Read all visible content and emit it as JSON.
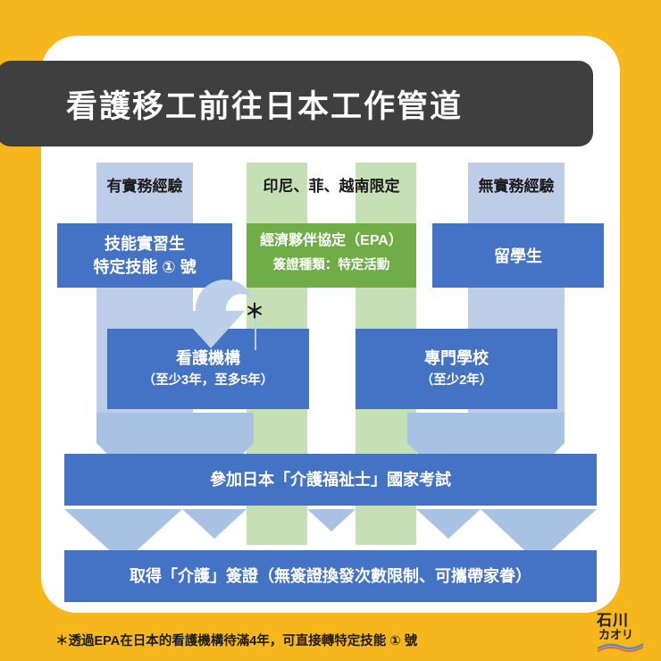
{
  "page": {
    "background_color": "#F5B71C",
    "card_color": "#ffffff"
  },
  "header": {
    "title": "看護移工前往日本工作管道",
    "bar_color": "#3F3F3F",
    "text_color": "#ffffff"
  },
  "palette": {
    "band_blue": "#BDCDE8",
    "band_green": "#C5E0B4",
    "box_blue": "#4472C4",
    "box_green": "#70AD47",
    "arrow_blue": "#A9C1E3",
    "arrow_green": "#C5E0B4",
    "text_dark": "#1b1b1b"
  },
  "columns": [
    {
      "id": "col-experienced",
      "header": "有實務經驗",
      "band_color": "#BDCDE8"
    },
    {
      "id": "col-epa",
      "header": "印尼、菲、越南限定",
      "band_color": "#C5E0B4"
    },
    {
      "id": "col-inexperienced",
      "header": "無實務經驗",
      "band_color": "#BDCDE8"
    }
  ],
  "row1": [
    {
      "id": "box-trainee",
      "lines": [
        "技能實習生",
        "特定技能 ① 號"
      ],
      "color": "#4472C4"
    },
    {
      "id": "box-epa",
      "lines": [
        "經濟夥伴協定（EPA）",
        "簽證種類：特定活動"
      ],
      "color": "#70AD47"
    },
    {
      "id": "box-student",
      "lines": [
        "留學生"
      ],
      "color": "#4472C4"
    }
  ],
  "row2": [
    {
      "id": "box-care-facility",
      "lines": [
        "看護機構",
        "（至少3年，至多5年）"
      ],
      "color": "#4472C4"
    },
    {
      "id": "box-vocational-school",
      "lines": [
        "專門學校",
        "（至少2年）"
      ],
      "color": "#4472C4"
    }
  ],
  "bars": [
    {
      "id": "bar-exam",
      "text": "參加日本「介護福祉士」國家考試",
      "color": "#4472C4"
    },
    {
      "id": "bar-visa",
      "text": "取得「介護」簽證（無簽證換發次數限制、可攜帶家眷）",
      "color": "#4472C4"
    }
  ],
  "annotations": {
    "asterisk_mark": "＊",
    "loop_arrow": "u-turn-arrow"
  },
  "footnote": "＊透過EPA在日本的看護機構待滿4年，可直接轉特定技能 ① 號",
  "logo": {
    "line1": "石川",
    "line2": "カオリ"
  }
}
